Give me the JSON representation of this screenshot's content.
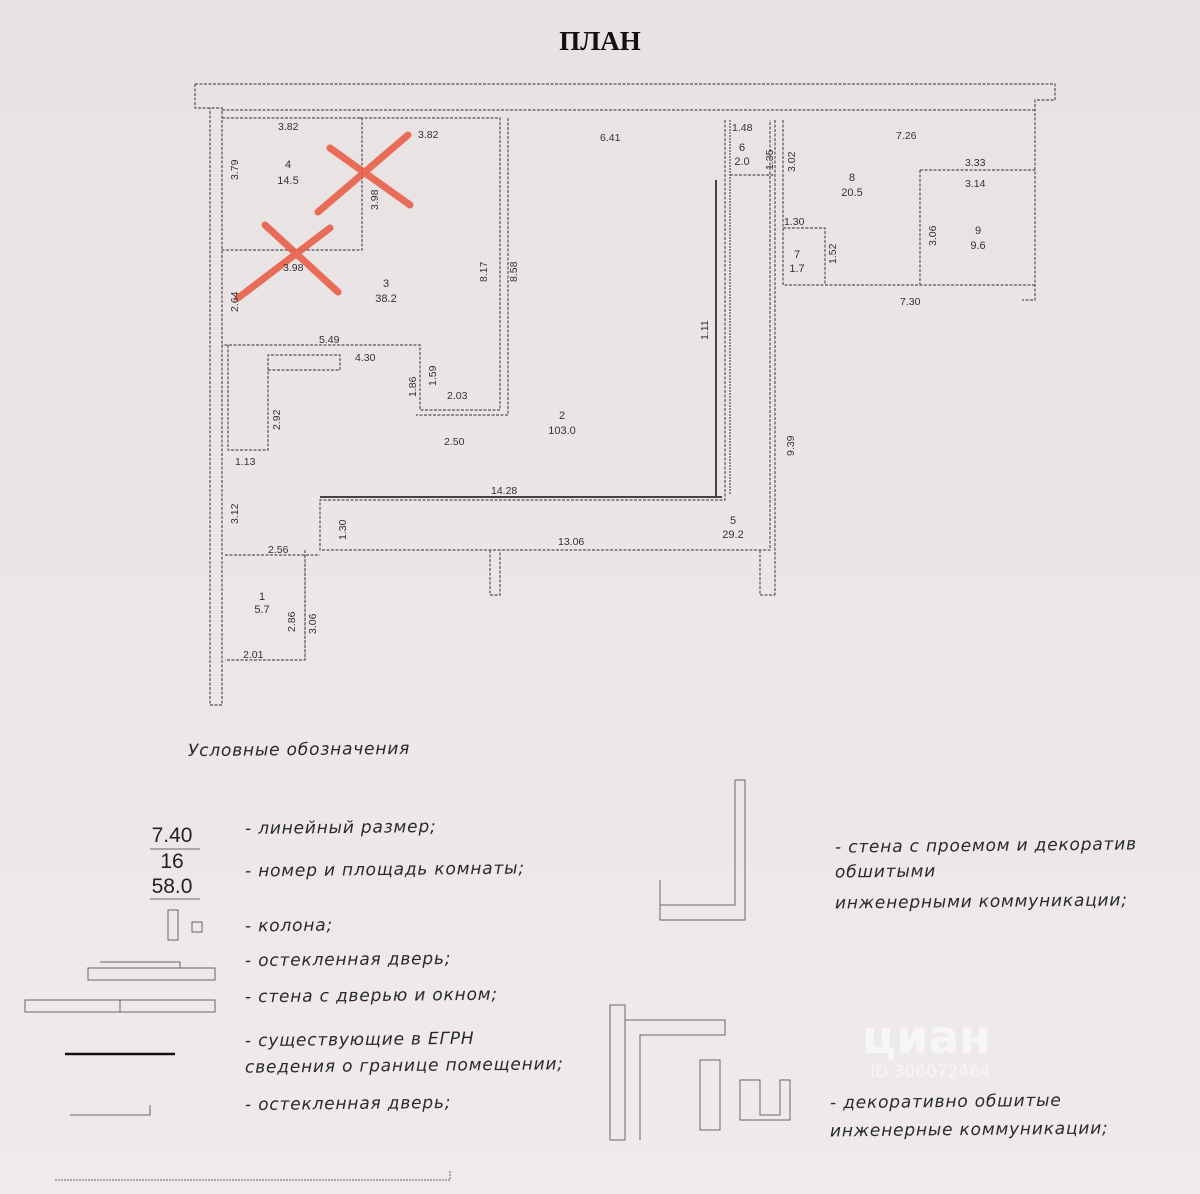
{
  "title": "ПЛАН",
  "plan": {
    "rooms": [
      {
        "number": "1",
        "area": "5.7"
      },
      {
        "number": "2",
        "area": "103.0"
      },
      {
        "number": "3",
        "area": "38.2"
      },
      {
        "number": "4",
        "area": "14.5"
      },
      {
        "number": "5",
        "area": "29.2"
      },
      {
        "number": "6",
        "area": "2.0"
      },
      {
        "number": "7",
        "area": "1.7"
      },
      {
        "number": "8",
        "area": "20.5"
      },
      {
        "number": "9",
        "area": "9.6"
      }
    ],
    "dimensions": [
      "3.82",
      "3.82",
      "6.41",
      "1.48",
      "1.35",
      "3.02",
      "7.26",
      "3.33",
      "3.14",
      "3.79",
      "3.98",
      "3.98",
      "2.64",
      "8.17",
      "8.58",
      "1.30",
      "1.52",
      "3.06",
      "7.30",
      "1.11",
      "5.49",
      "4.30",
      "1.86",
      "1.59",
      "2.03",
      "2.92",
      "2.50",
      "1.13",
      "9.39",
      "14.28",
      "3.12",
      "1.30",
      "13.06",
      "2.56",
      "2.86",
      "3.06",
      "2.01"
    ],
    "markup_color": "#e8583f"
  },
  "legend": {
    "heading": "Условные обозначения",
    "sample_dimension": "7.40",
    "sample_room_number": "16",
    "sample_room_area": "58.0",
    "items": [
      "- линейный размер;",
      "- номер и площадь комнаты;",
      "- колона;",
      "- остекленная дверь;",
      "- стена с дверью и окном;",
      "- существующие в ЕГРН",
      "сведения о границе помещении;",
      "- остекленная дверь;"
    ],
    "right_items": [
      "- стена с проемом и декоратив",
      "обшитыми",
      "инженерными коммуникации;",
      "- декоративно обшитые",
      "инженерные коммуникации;"
    ]
  },
  "watermark": {
    "brand": "циан",
    "id": "ID 306072464"
  }
}
